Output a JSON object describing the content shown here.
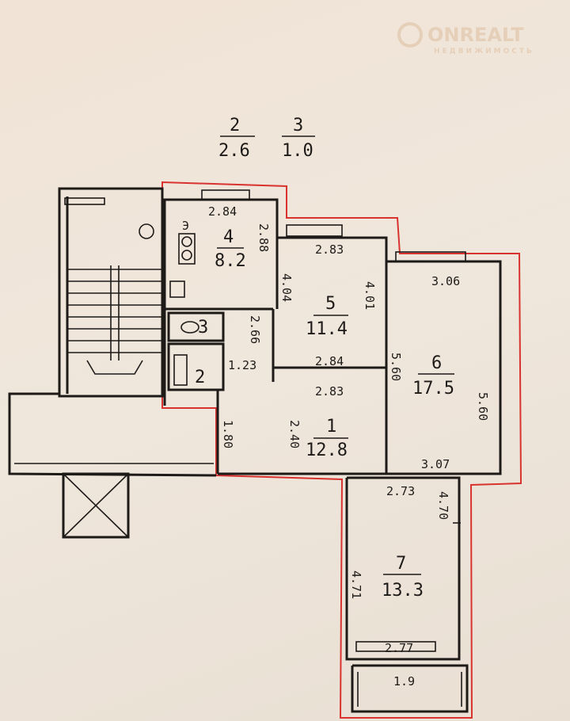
{
  "watermark": {
    "brand": "ONREALT",
    "tagline": "НЕДВИЖИМОСТЬ"
  },
  "summary": [
    {
      "number": "2",
      "area": "2.6"
    },
    {
      "number": "3",
      "area": "1.0"
    }
  ],
  "rooms": {
    "r4": {
      "number": "4",
      "area": "8.2",
      "dims": [
        "2.84",
        "2.88"
      ],
      "stove_label": "Э"
    },
    "r5": {
      "number": "5",
      "area": "11.4",
      "dims": [
        "2.83",
        "4.04",
        "4.01",
        "2.84"
      ]
    },
    "r6": {
      "number": "6",
      "area": "17.5",
      "dims": [
        "3.06",
        "5.60",
        "5.60",
        "3.07"
      ]
    },
    "r1": {
      "number": "1",
      "area": "12.8",
      "dims": [
        "2.83",
        "2.40",
        "1.80"
      ]
    },
    "r3": {
      "number": "3"
    },
    "r2": {
      "number": "2"
    },
    "corridor": {
      "dims": [
        "2.66",
        "1.23"
      ]
    },
    "r7": {
      "number": "7",
      "area": "13.3",
      "dims": [
        "2.73",
        "4.70",
        "4.71",
        "2.77"
      ]
    },
    "balcony": {
      "dims": [
        "1.9"
      ]
    }
  }
}
